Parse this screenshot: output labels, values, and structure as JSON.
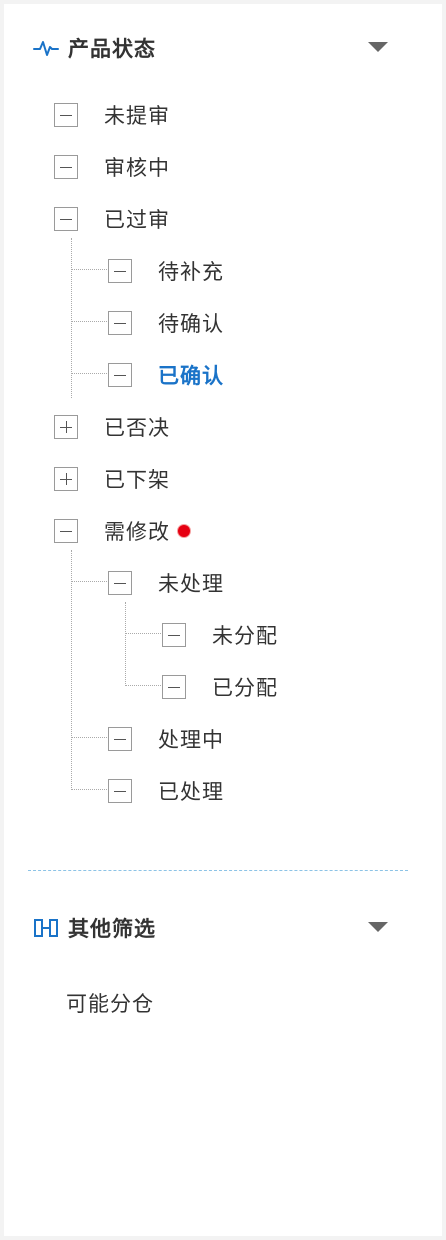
{
  "colors": {
    "accent": "#1a73c8",
    "text": "#333333",
    "badge": "#e60012",
    "divider": "#8cc3e6"
  },
  "status_section": {
    "title": "产品状态",
    "icon": "activity-pulse-icon",
    "items": [
      {
        "label": "未提审",
        "state": "expanded"
      },
      {
        "label": "审核中",
        "state": "expanded"
      },
      {
        "label": "已过审",
        "state": "expanded",
        "children": [
          {
            "label": "待补充"
          },
          {
            "label": "待确认"
          },
          {
            "label": "已确认",
            "active": true
          }
        ]
      },
      {
        "label": "已否决",
        "state": "collapsed"
      },
      {
        "label": "已下架",
        "state": "collapsed"
      },
      {
        "label": "需修改",
        "state": "expanded",
        "badge": "red-dot",
        "children": [
          {
            "label": "未处理",
            "children": [
              {
                "label": "未分配"
              },
              {
                "label": "已分配"
              }
            ]
          },
          {
            "label": "处理中"
          },
          {
            "label": "已处理"
          }
        ]
      }
    ]
  },
  "other_section": {
    "title": "其他筛选",
    "icon": "split-columns-icon",
    "items": [
      {
        "label": "可能分仓"
      }
    ]
  }
}
